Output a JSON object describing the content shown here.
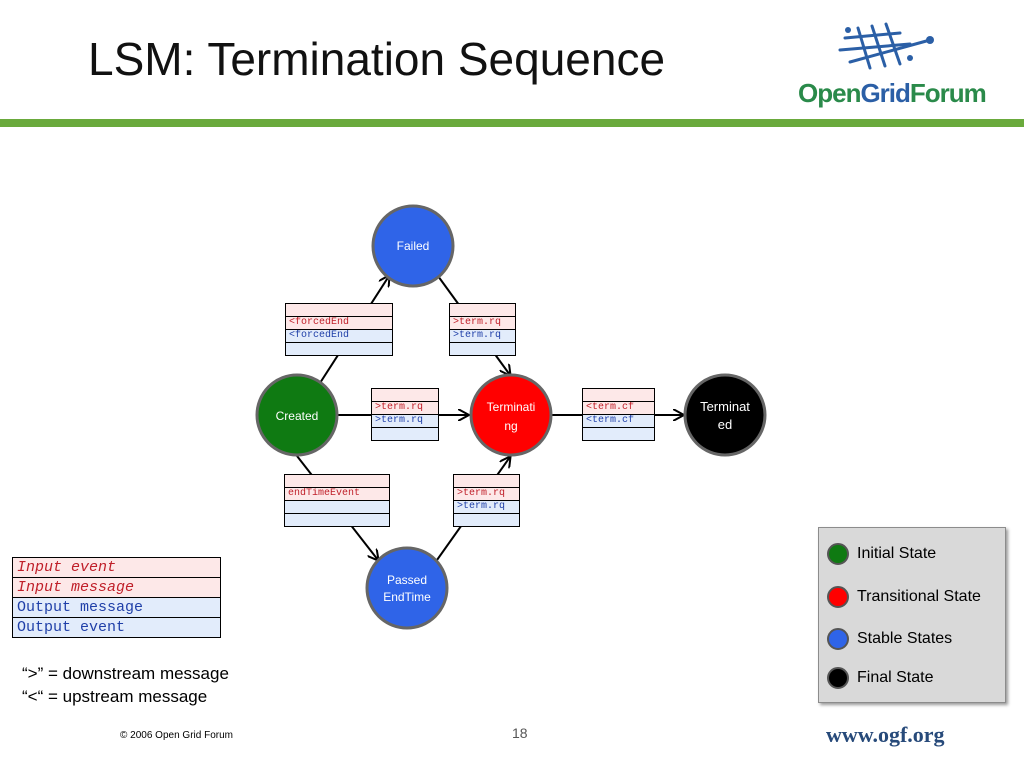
{
  "slide": {
    "title": "LSM: Termination Sequence",
    "logo_text_a": "Open",
    "logo_text_b": "Grid",
    "logo_text_c": "Forum",
    "footer": "© 2006 Open Grid Forum",
    "page_number": "18",
    "url": "www.ogf.org"
  },
  "nodes": {
    "failed": {
      "label": "Failed",
      "color": "#2f64e8"
    },
    "created": {
      "label": "Created",
      "color": "#0f7a12"
    },
    "terminating": {
      "line1": "Terminati",
      "line2": "ng",
      "color": "#ff0000"
    },
    "terminated": {
      "line1": "Terminat",
      "line2": "ed",
      "color": "#000000"
    },
    "passed": {
      "line1": "Passed",
      "line2": "EndTime",
      "color": "#2f64e8"
    }
  },
  "transitions": {
    "created_failed": {
      "row2": "<forcedEnd",
      "row3": "<forcedEnd"
    },
    "failed_terminating": {
      "row2": ">term.rq",
      "row3": ">term.rq"
    },
    "created_terminating": {
      "row2": ">term.rq",
      "row3": ">term.rq"
    },
    "terminating_terminated": {
      "row2": "<term.cf",
      "row3": "<term.cf"
    },
    "created_passed": {
      "row2": "endTimeEvent"
    },
    "passed_terminating": {
      "row2": ">term.rq",
      "row3": ">term.rq"
    }
  },
  "key_table": [
    "Input event",
    "Input message",
    "Output message",
    "Output event"
  ],
  "notes": [
    "“>” = downstream message",
    "“<“ = upstream message"
  ],
  "legend": [
    {
      "label": "Initial State",
      "color": "#0f7a12"
    },
    {
      "label": "Transitional State",
      "color": "#ff0000"
    },
    {
      "label": "Stable States",
      "color": "#2f64e8"
    },
    {
      "label": "Final State",
      "color": "#000000"
    }
  ]
}
